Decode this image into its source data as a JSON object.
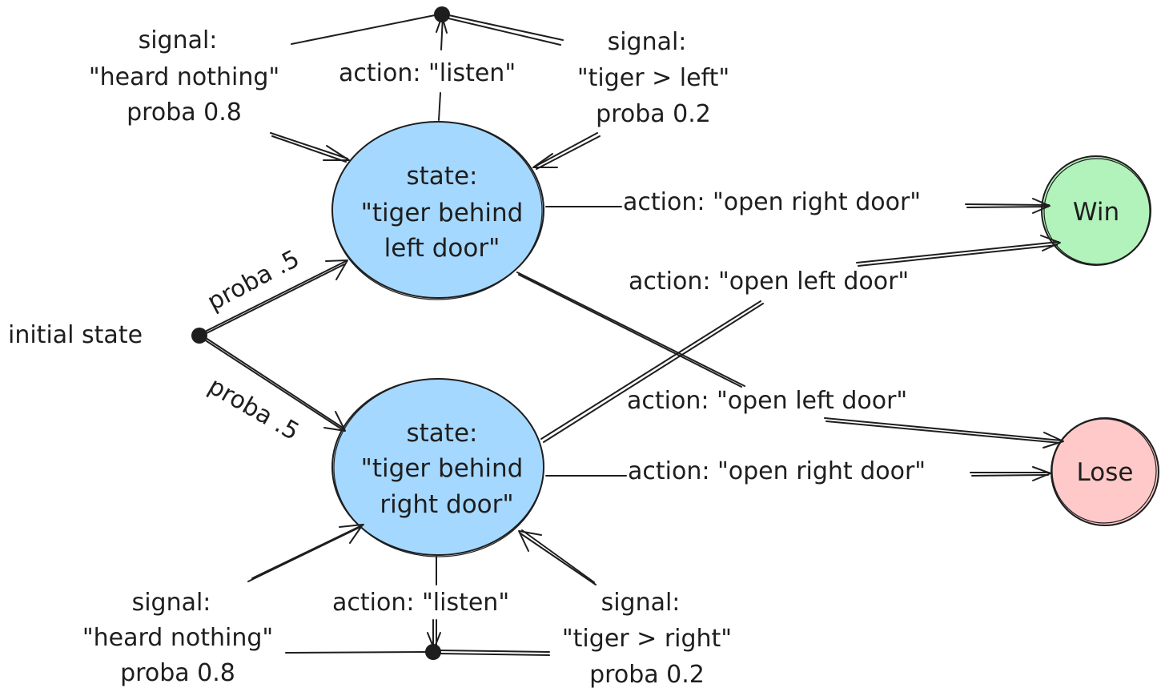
{
  "nodes": {
    "state_left": {
      "lines": [
        "state:",
        "\"tiger behind",
        "left door\""
      ],
      "fill": "#a5d8ff"
    },
    "state_right": {
      "lines": [
        "state:",
        "\"tiger behind",
        "right door\""
      ],
      "fill": "#a5d8ff"
    },
    "win": {
      "label": "Win",
      "fill": "#b2f2bb"
    },
    "lose": {
      "label": "Lose",
      "fill": "#ffc9c9"
    },
    "initial": {
      "label": "initial state"
    }
  },
  "edges": {
    "init_to_left": "proba .5",
    "init_to_right": "proba .5",
    "left_open_right": "action: \"open right door\"",
    "left_open_left": "action: \"open left door\"",
    "right_open_left": "action: \"open left door\"",
    "right_open_right": "action: \"open right door\""
  },
  "listen_top": {
    "action": "action: \"listen\"",
    "signal_a": [
      "signal:",
      "\"heard nothing\"",
      "proba 0.8"
    ],
    "signal_b": [
      "signal:",
      "\"tiger > left\"",
      "proba 0.2"
    ]
  },
  "listen_bottom": {
    "action": "action: \"listen\"",
    "signal_a": [
      "signal:",
      "\"heard nothing\"",
      "proba 0.8"
    ],
    "signal_b": [
      "signal:",
      "\"tiger > right\"",
      "proba 0.2"
    ]
  },
  "colors": {
    "stroke": "#1e1e1e",
    "state": "#a5d8ff",
    "win": "#b2f2bb",
    "lose": "#ffc9c9"
  }
}
